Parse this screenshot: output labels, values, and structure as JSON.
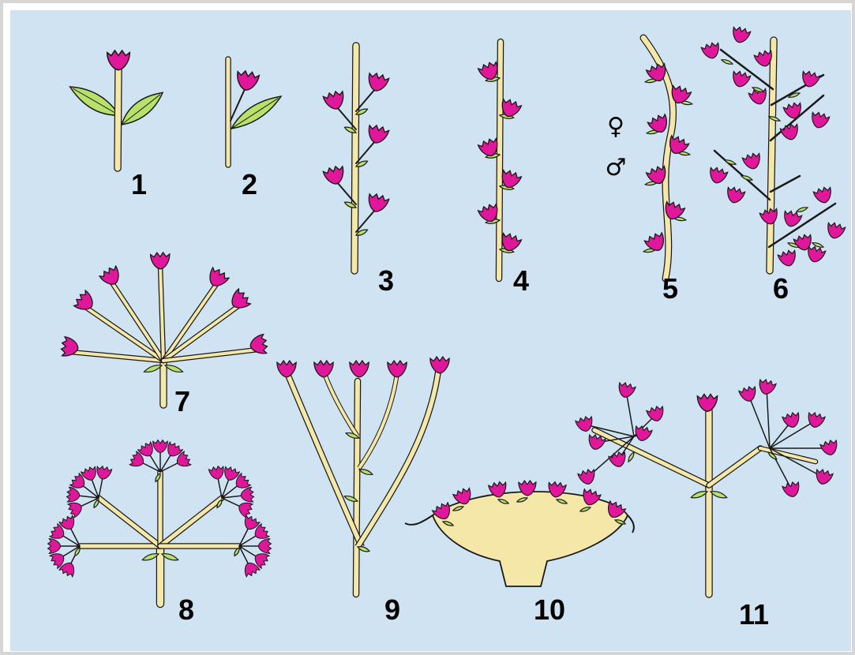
{
  "colors": {
    "background": "#cfe3f3",
    "frame": "#d6d6d6",
    "flower": "#e0179a",
    "stem": "#f5e7a8",
    "leaf": "#b8e06a",
    "outline": "#1a1a1a"
  },
  "figures": [
    {
      "number": "1",
      "type": "solitary-flower"
    },
    {
      "number": "2",
      "type": "solitary-axillary-flower"
    },
    {
      "number": "3",
      "type": "raceme"
    },
    {
      "number": "4",
      "type": "spike"
    },
    {
      "number": "5",
      "type": "catkin"
    },
    {
      "number": "6",
      "type": "panicle"
    },
    {
      "number": "7",
      "type": "simple-umbel"
    },
    {
      "number": "8",
      "type": "compound-umbel"
    },
    {
      "number": "9",
      "type": "corymb"
    },
    {
      "number": "10",
      "type": "head"
    },
    {
      "number": "11",
      "type": "cyme"
    }
  ],
  "sex_symbols": {
    "female": "♀",
    "male": "♂"
  }
}
